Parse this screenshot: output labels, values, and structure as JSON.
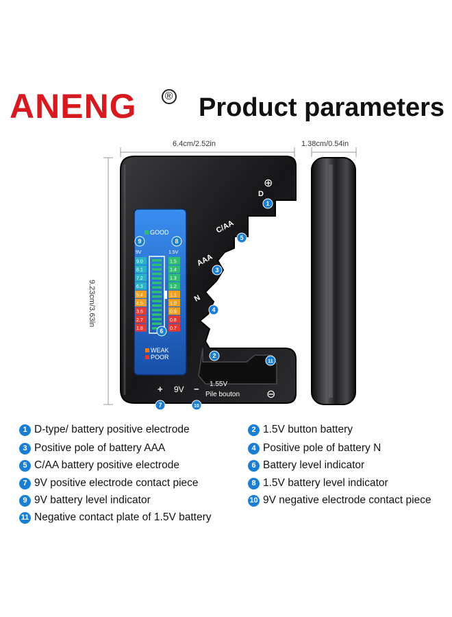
{
  "brand": {
    "logo_text": "ANENG",
    "registered_mark": "®"
  },
  "header": {
    "title": "Product parameters"
  },
  "dimensions": {
    "width": "6.4cm/2.52in",
    "thickness": "1.38cm/0.54in",
    "height": "9.23cm/3.63in"
  },
  "device": {
    "good_label": "GOOD",
    "weak_label": "WEAK",
    "poor_label": "POOR",
    "col_9v_header": "9V",
    "col_15v_header": "1.5V",
    "scale_9v": [
      "9.0",
      "8.1",
      "7.2",
      "6.3",
      "5.4",
      "4.5",
      "3.6",
      "2.7",
      "1.8"
    ],
    "scale_15v": [
      "1.5",
      "1.4",
      "1.3",
      "1.2",
      "1.1",
      "1.0",
      "0.9",
      "0.8",
      "0.7"
    ],
    "slot_labels": {
      "d": "D",
      "caa": "C/AA",
      "aaa": "AAA",
      "n": "N"
    },
    "plus_sign": "⊕",
    "minus_sign": "⊖",
    "bottom_plus": "+",
    "bottom_9v": "9V",
    "bottom_minus": "−",
    "bottom_155v": "1.55V",
    "bottom_pile": "Pile bouton",
    "callouts": [
      "1",
      "2",
      "3",
      "4",
      "5",
      "6",
      "7",
      "8",
      "9",
      "10",
      "11"
    ]
  },
  "legend": [
    {
      "num": "1",
      "text": "D-type/ battery positive electrode"
    },
    {
      "num": "2",
      "text": "1.5V button battery"
    },
    {
      "num": "3",
      "text": "Positive pole of battery AAA"
    },
    {
      "num": "4",
      "text": "Positive pole of battery N"
    },
    {
      "num": "5",
      "text": "C/AA battery positive electrode"
    },
    {
      "num": "6",
      "text": "Battery level indicator"
    },
    {
      "num": "7",
      "text": "9V positive electrode contact piece"
    },
    {
      "num": "8",
      "text": "1.5V battery level indicator"
    },
    {
      "num": "9",
      "text": "9V battery level indicator"
    },
    {
      "num": "10",
      "text": "9V negative electrode contact piece"
    },
    {
      "num": "11",
      "text": "Negative contact plate of 1.5V battery"
    }
  ],
  "colors": {
    "brand_red": "#d71920",
    "callout_blue": "#1a7fd4",
    "display_blue": "#1c62c4",
    "device_body": "#1c1c1e"
  }
}
